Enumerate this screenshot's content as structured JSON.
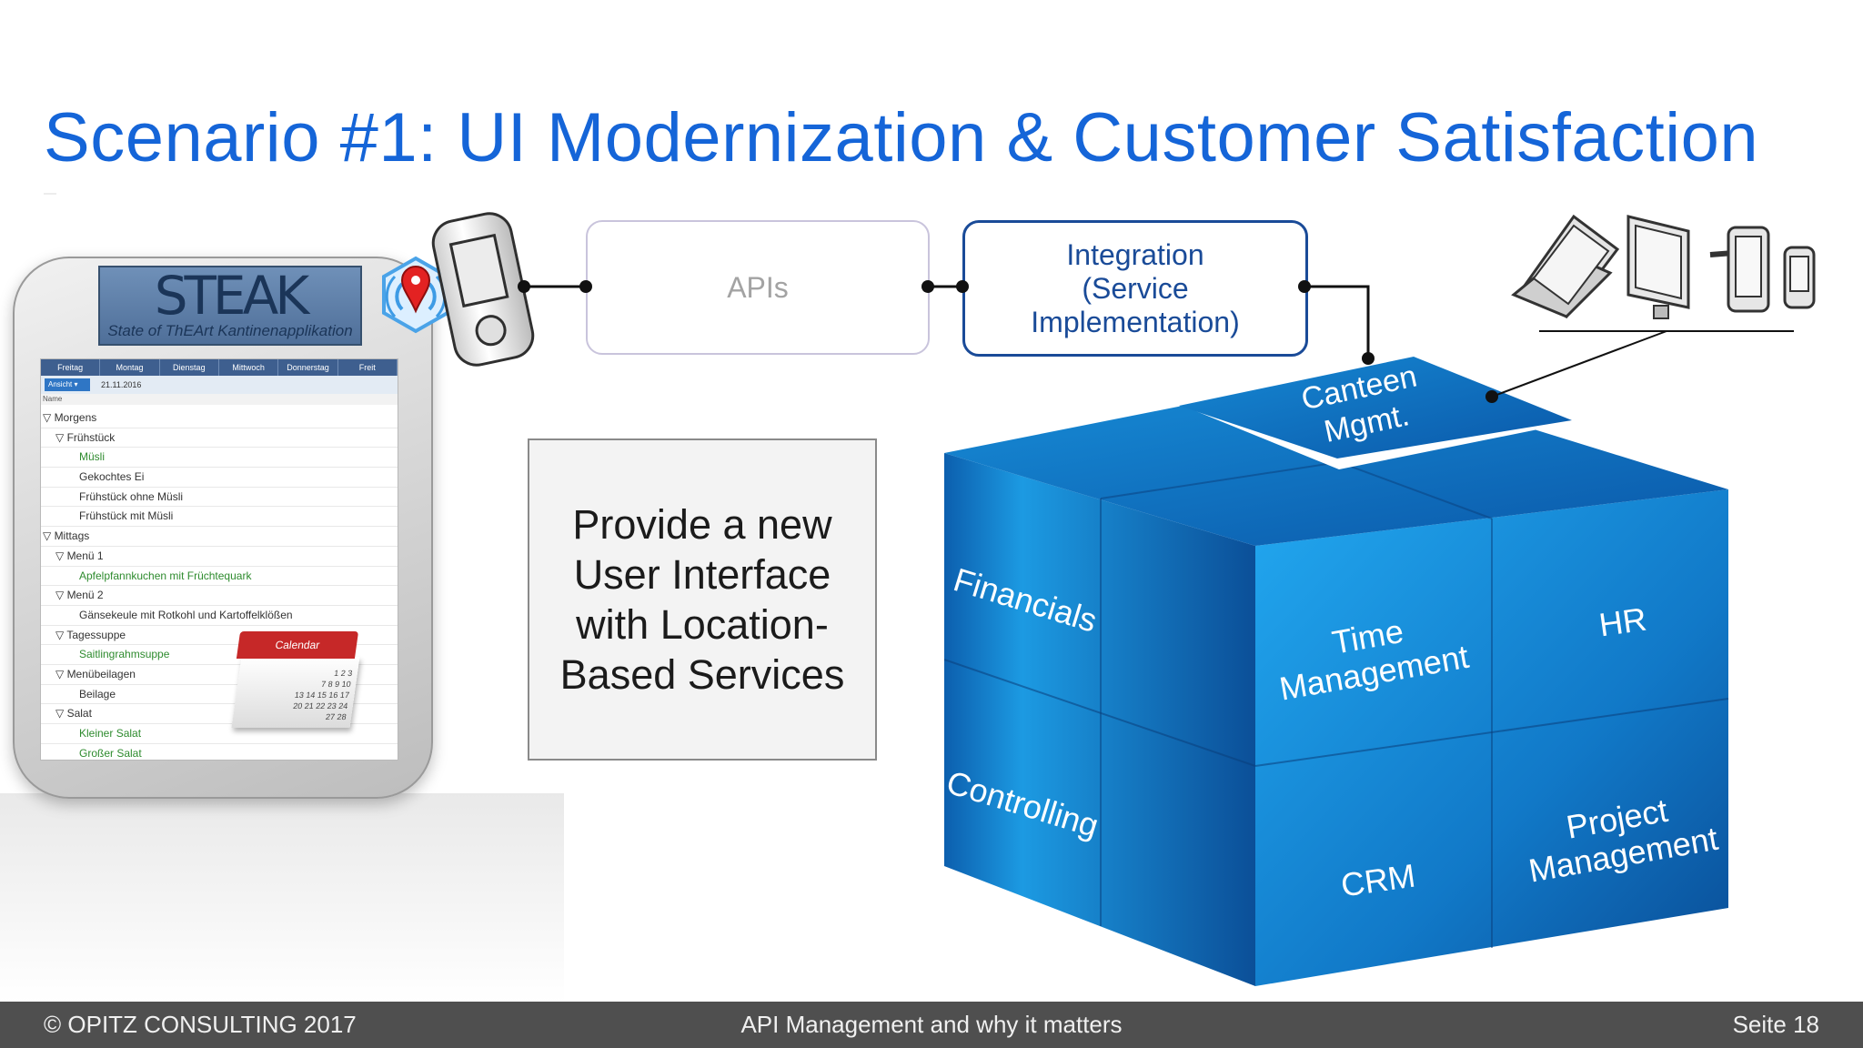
{
  "slide": {
    "title": "Scenario #1: UI Modernization & Customer Satisfaction"
  },
  "app": {
    "logo_text": "STEAK",
    "logo_subtitle": "State of ThEArt Kantinenapplikation",
    "days": [
      "Freitag",
      "Montag",
      "Dienstag",
      "Mittwoch",
      "Donnerstag",
      "Freit"
    ],
    "view_button": "Ansicht ▾",
    "date": "21.11.2016",
    "column_header": "Name",
    "tree": [
      {
        "label": "▽ Morgens",
        "level": 0,
        "color": "normal"
      },
      {
        "label": "▽ Frühstück",
        "level": 1,
        "color": "normal"
      },
      {
        "label": "Müsli",
        "level": 2,
        "color": "green"
      },
      {
        "label": "Gekochtes Ei",
        "level": 2,
        "color": "normal"
      },
      {
        "label": "Frühstück ohne Müsli",
        "level": 2,
        "color": "normal"
      },
      {
        "label": "Frühstück mit Müsli",
        "level": 2,
        "color": "normal"
      },
      {
        "label": "▽ Mittags",
        "level": 0,
        "color": "normal"
      },
      {
        "label": "▽ Menü 1",
        "level": 1,
        "color": "normal"
      },
      {
        "label": "Apfelpfannkuchen mit Früchtequark",
        "level": 2,
        "color": "green"
      },
      {
        "label": "▽ Menü 2",
        "level": 1,
        "color": "normal"
      },
      {
        "label": "Gänsekeule mit Rotkohl und Kartoffelklößen",
        "level": 2,
        "color": "normal"
      },
      {
        "label": "▽ Tagessuppe",
        "level": 1,
        "color": "normal"
      },
      {
        "label": "Saitlingrahmsuppe",
        "level": 2,
        "color": "green"
      },
      {
        "label": "▽ Menübeilagen",
        "level": 1,
        "color": "normal"
      },
      {
        "label": "Beilage",
        "level": 2,
        "color": "normal"
      },
      {
        "label": "▽ Salat",
        "level": 1,
        "color": "normal"
      },
      {
        "label": "Kleiner Salat",
        "level": 2,
        "color": "green"
      },
      {
        "label": "Großer Salat",
        "level": 2,
        "color": "green"
      }
    ],
    "calendar_label": "Calendar"
  },
  "diagram": {
    "apis_label": "APIs",
    "integration_label": "Integration (Service Implementation)",
    "integration_lines": [
      "Integration",
      "(Service",
      "Implementation)"
    ],
    "callout_lines": [
      "Provide a new",
      "User Interface",
      "with Location-",
      "Based Services"
    ],
    "cube_labels": {
      "canteen": [
        "Canteen",
        "Mgmt."
      ],
      "financials": "Financials",
      "controlling": "Controlling",
      "time": [
        "Time",
        "Management"
      ],
      "hr": "HR",
      "crm": "CRM",
      "project": [
        "Project",
        "Management"
      ]
    }
  },
  "footer": {
    "copyright": "© OPITZ CONSULTING 2017",
    "center": "API Management and why it matters",
    "page": "Seite 18"
  },
  "colors": {
    "title": "#1565d8",
    "integration_border": "#1a4b98",
    "cube_light": "#1b9be3",
    "cube_dark": "#0b4f9c",
    "footer_bg": "#4f4f4f"
  }
}
